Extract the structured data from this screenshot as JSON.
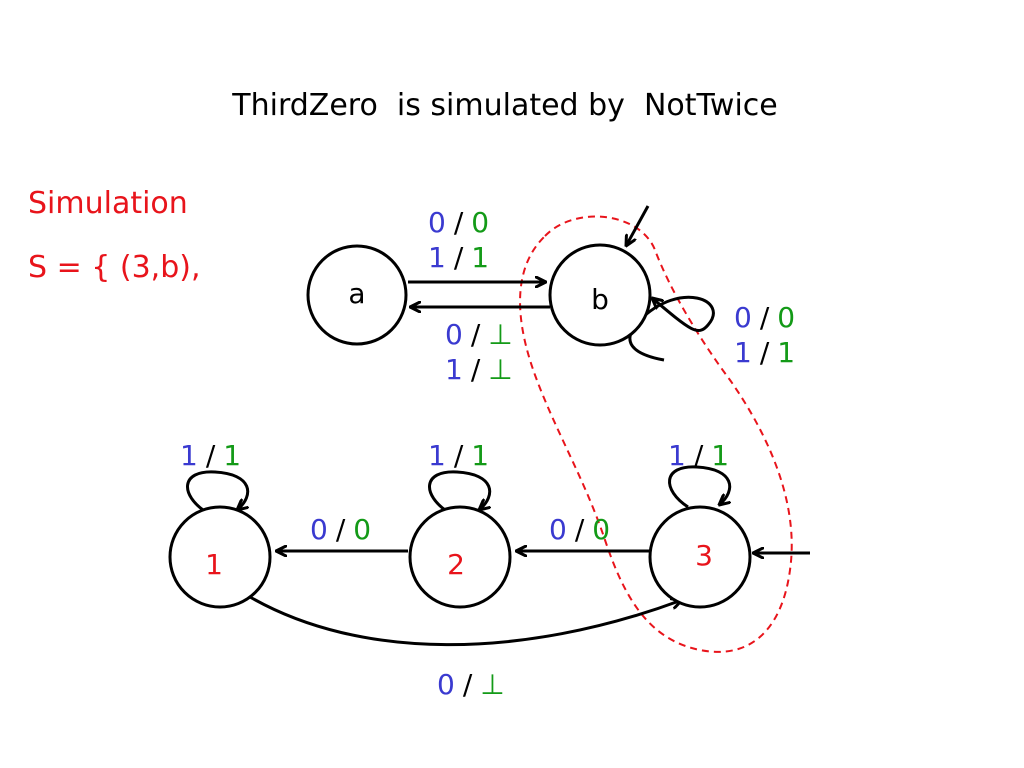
{
  "title": "ThirdZero  is simulated by  NotTwice",
  "simulation": {
    "heading": "Simulation",
    "relation": "S = { (3,b),"
  },
  "colors": {
    "input": "#3a3ad0",
    "output": "#139a17",
    "state_label_top": "#000000",
    "state_label_bottom": "#e8141b",
    "simulation": "#e8141b",
    "dashed_region": "#e8141b"
  },
  "top_automaton": {
    "states": [
      {
        "id": "a",
        "label": "a"
      },
      {
        "id": "b",
        "label": "b",
        "initial": true
      }
    ],
    "transitions": [
      {
        "id": "a_to_b",
        "from": "a",
        "to": "b",
        "lines": [
          {
            "in": "0",
            "out": "0"
          },
          {
            "in": "1",
            "out": "1"
          }
        ]
      },
      {
        "id": "b_to_a",
        "from": "b",
        "to": "a",
        "lines": [
          {
            "in": "0",
            "out": "⊥"
          },
          {
            "in": "1",
            "out": "⊥"
          }
        ]
      },
      {
        "id": "b_loop",
        "from": "b",
        "to": "b",
        "lines": [
          {
            "in": "0",
            "out": "0"
          },
          {
            "in": "1",
            "out": "1"
          }
        ]
      }
    ]
  },
  "bottom_automaton": {
    "states": [
      {
        "id": "1",
        "label": "1"
      },
      {
        "id": "2",
        "label": "2"
      },
      {
        "id": "3",
        "label": "3",
        "initial": true
      }
    ],
    "transitions": [
      {
        "id": "loop_1",
        "from": "1",
        "to": "1",
        "lines": [
          {
            "in": "1",
            "out": "1"
          }
        ]
      },
      {
        "id": "loop_2",
        "from": "2",
        "to": "2",
        "lines": [
          {
            "in": "1",
            "out": "1"
          }
        ]
      },
      {
        "id": "loop_3",
        "from": "3",
        "to": "3",
        "lines": [
          {
            "in": "1",
            "out": "1"
          }
        ]
      },
      {
        "id": "2_to_1",
        "from": "2",
        "to": "1",
        "lines": [
          {
            "in": "0",
            "out": "0"
          }
        ]
      },
      {
        "id": "3_to_2",
        "from": "3",
        "to": "2",
        "lines": [
          {
            "in": "0",
            "out": "0"
          }
        ]
      },
      {
        "id": "1_to_3",
        "from": "1",
        "to": "3",
        "lines": [
          {
            "in": "0",
            "out": "⊥"
          }
        ]
      }
    ]
  },
  "slash": "/"
}
